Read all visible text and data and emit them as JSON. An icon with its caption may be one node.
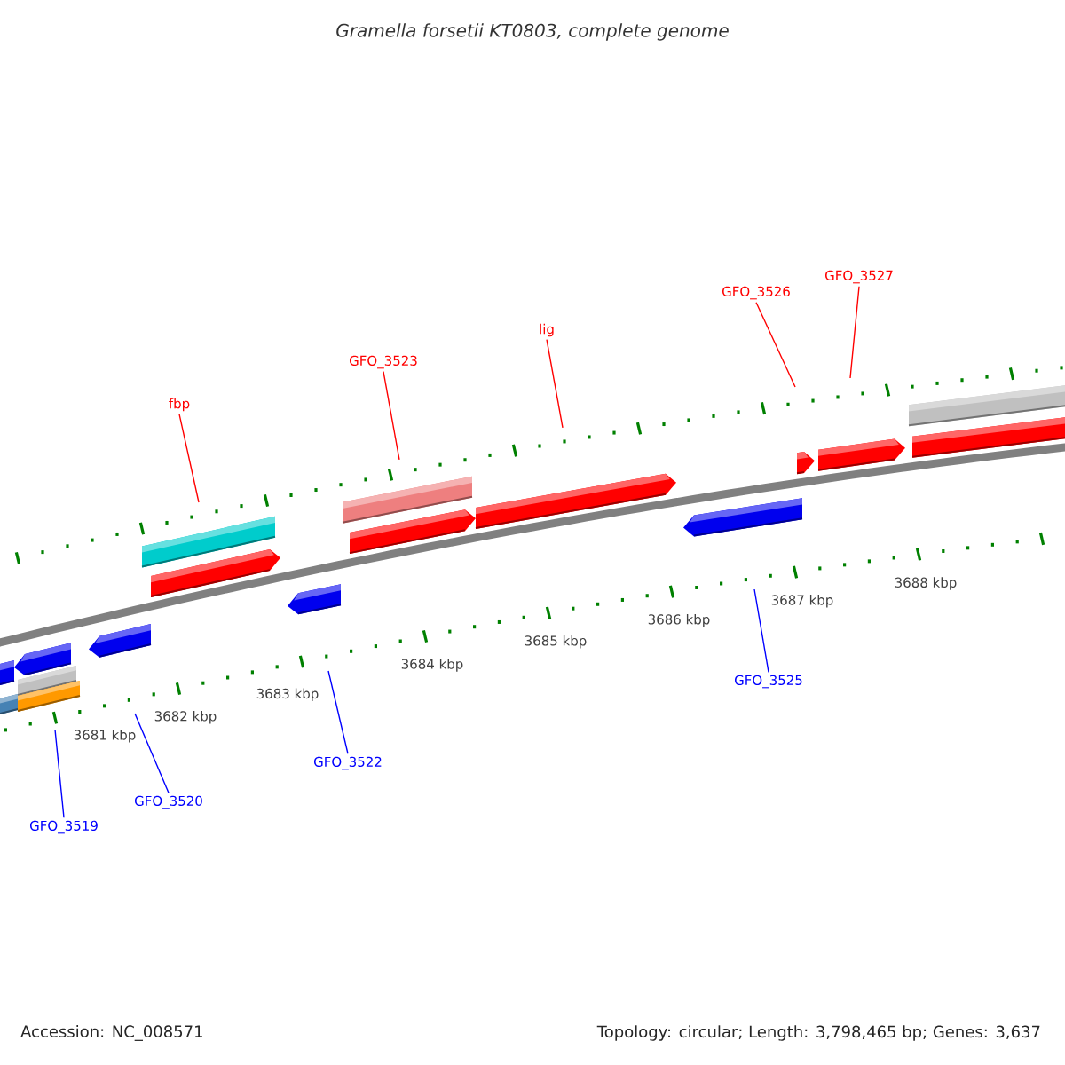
{
  "diagram": {
    "title": "Gramella forsetii KT0803, complete genome",
    "nodes": [
      {
        "text": [
          "fbp"
        ]
      },
      {
        "text": [
          "GFO_3523"
        ]
      },
      {
        "text": [
          "lig"
        ]
      },
      {
        "text": [
          "GFO_3526"
        ]
      },
      {
        "text": [
          "GFO_3527"
        ]
      },
      {
        "text": [
          "GFO_3519"
        ]
      },
      {
        "text": [
          "GFO_3520"
        ]
      },
      {
        "text": [
          "GFO_3522"
        ]
      },
      {
        "text": [
          "GFO_3525"
        ]
      }
    ],
    "edges": [
      {
        "from": 0,
        "to": null,
        "arrow": "none"
      },
      {
        "from": 1,
        "to": null,
        "arrow": "none"
      },
      {
        "from": 2,
        "to": null,
        "arrow": "none"
      },
      {
        "from": 3,
        "to": null,
        "arrow": "none"
      },
      {
        "from": 4,
        "to": null,
        "arrow": "none"
      },
      {
        "from": 5,
        "to": null,
        "arrow": "none",
        "color": "#0000ff"
      },
      {
        "from": 6,
        "to": null,
        "arrow": "none",
        "color": "#0000ff"
      },
      {
        "from": 7,
        "to": null,
        "arrow": "none",
        "color": "#0000ff"
      },
      {
        "from": 8,
        "to": null,
        "arrow": "none",
        "color": "#0000ff"
      }
    ],
    "labels": [
      "3681 kbp",
      "3682 kbp",
      "3683 kbp",
      "3684 kbp",
      "3685 kbp",
      "3686 kbp",
      "3687 kbp",
      "3688 kbp",
      "Accession: NC_008571",
      "Topology: circular; Length: 3,798,465 bp; Genes: 3,637"
    ]
  }
}
